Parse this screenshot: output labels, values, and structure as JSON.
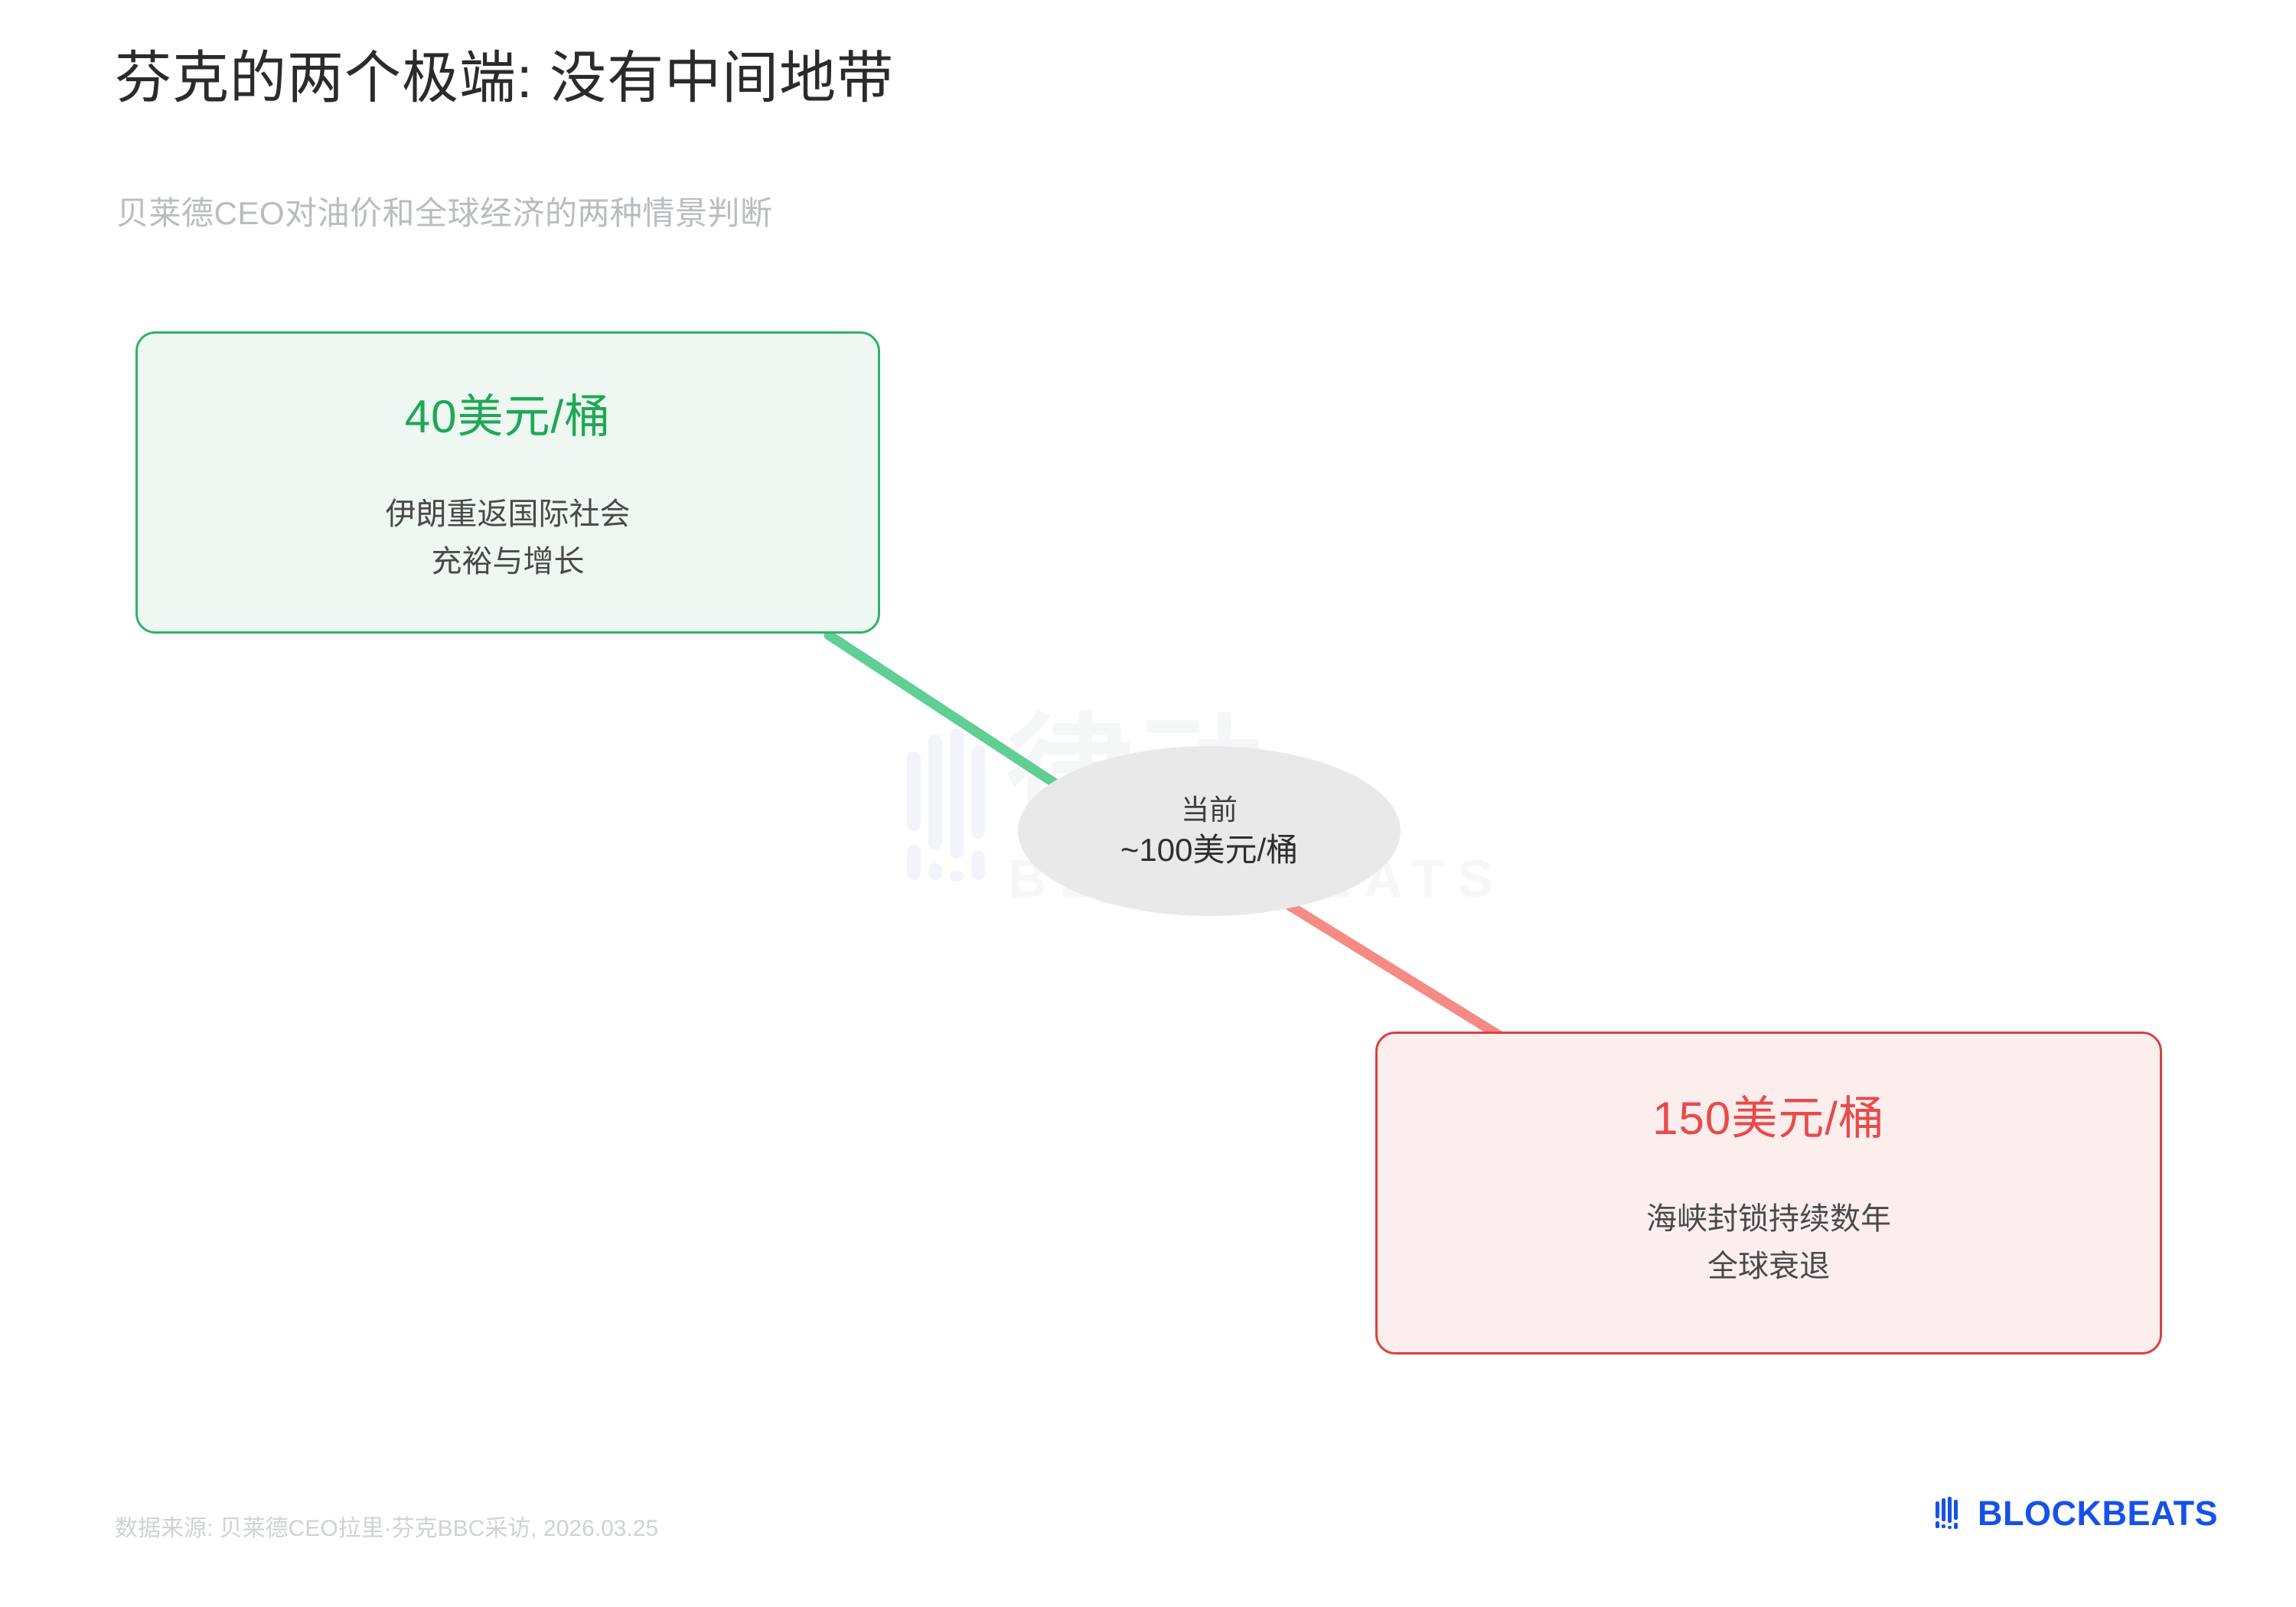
{
  "header": {
    "title": "芬克的两个极端: 没有中间地带",
    "subtitle": "贝莱德CEO对油价和全球经济的两种情景判断"
  },
  "scenarios": [
    {
      "id": "bull-low-oil",
      "price": "40美元/桶",
      "line1": "伊朗重返国际社会",
      "line2": "充裕与增长",
      "accent": "#2eb36a",
      "fill": "#eef7f1",
      "price_color": "#1fa855"
    },
    {
      "id": "bear-high-oil",
      "price": "150美元/桶",
      "line1": "海峡封锁持续数年",
      "line2": "全球衰退",
      "accent": "#d9413f",
      "fill": "#fdeeee",
      "price_color": "#e84b4b"
    }
  ],
  "current": {
    "label": "当前",
    "value": "~100美元/桶"
  },
  "watermark": {
    "cn": "律动",
    "en": "BLOCKBEATS"
  },
  "footer": {
    "source": "数据来源: 贝莱德CEO拉里·芬克BBC采访, 2026.03.25",
    "brand": "BLOCKBEATS",
    "brand_color": "#1652e8"
  },
  "chart_data": {
    "type": "diagram",
    "title": "芬克的两个极端: 没有中间地带",
    "subtitle": "贝莱德CEO对油价和全球经济的两种情景判断",
    "unit": "美元/桶",
    "nodes": [
      {
        "name": "当前",
        "value": 100,
        "approximate": true,
        "role": "center"
      },
      {
        "name": "40美元/桶",
        "value": 40,
        "role": "upside",
        "outcome": "伊朗重返国际社会 / 充裕与增长"
      },
      {
        "name": "150美元/桶",
        "value": 150,
        "role": "downside",
        "outcome": "海峡封锁持续数年 / 全球衰退"
      }
    ],
    "edges": [
      {
        "from": "40美元/桶",
        "to": "当前",
        "color": "#5fcf96"
      },
      {
        "from": "当前",
        "to": "150美元/桶",
        "color": "#f58b84"
      }
    ],
    "source": "数据来源: 贝莱德CEO拉里·芬克BBC采访, 2026.03.25"
  }
}
